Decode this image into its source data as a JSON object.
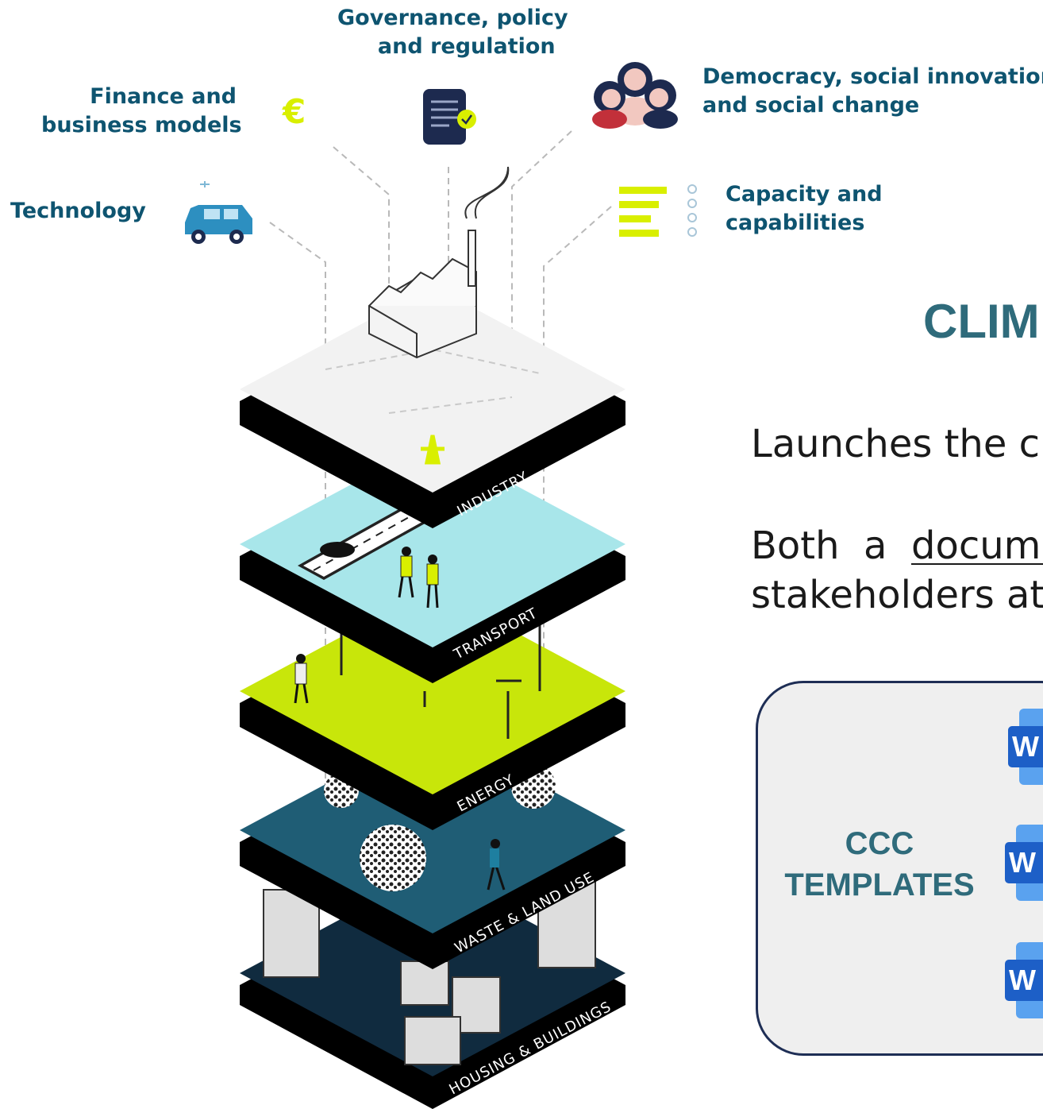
{
  "levers": {
    "governance": [
      "Governance, policy",
      "and regulation"
    ],
    "finance": [
      "Finance and",
      "business models"
    ],
    "democracy": [
      "Democracy, social innovation",
      "and social change"
    ],
    "technology": "Technology",
    "capacity": [
      "Capacity and",
      "capabilities"
    ],
    "euro_symbol": "€"
  },
  "layers": [
    {
      "name": "INDUSTRY",
      "color": "#f2f2f2"
    },
    {
      "name": "TRANSPORT",
      "color": "#a8e6ea"
    },
    {
      "name": "ENERGY",
      "color": "#c8e60a"
    },
    {
      "name": "WASTE & LAND USE",
      "color": "#1f5d75"
    },
    {
      "name": "HOUSING & BUILDINGS",
      "color": "#102b3f"
    }
  ],
  "colors": {
    "accent_yellow": "#d9ef00",
    "dark_teal": "#0e5470",
    "heading_teal": "#2f6b7b",
    "word_blue": "#1d5fc7"
  },
  "main": {
    "heading": "CLIM",
    "line1": "Launches the cit",
    "line2_prefix": "Both  a  ",
    "line2_underlined": "docume",
    "line3": "stakeholders at"
  },
  "templates": {
    "label_line1": "CCC",
    "label_line2": "TEMPLATES",
    "icon_letter": "W",
    "icons": [
      "word-doc-icon",
      "word-doc-icon",
      "word-doc-icon"
    ]
  }
}
